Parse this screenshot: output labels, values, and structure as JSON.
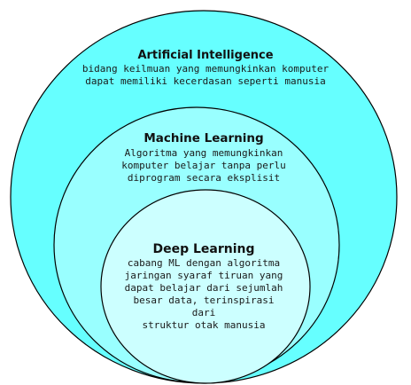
{
  "colors": {
    "outer_fill": "#66FFFF",
    "middle_fill": "#99FFFF",
    "inner_fill": "#CCFFFF",
    "stroke": "#000000"
  },
  "circles": {
    "ai": {
      "title": "Artificial Intelligence",
      "desc_lines": [
        "bidang keilmuan yang memungkinkan komputer",
        "dapat memiliki kecerdasan seperti manusia"
      ]
    },
    "ml": {
      "title": "Machine Learning",
      "desc_lines": [
        "Algoritma yang memungkinkan",
        "komputer belajar tanpa perlu",
        "diprogram secara eksplisit"
      ]
    },
    "dl": {
      "title": "Deep Learning",
      "desc_lines": [
        "cabang ML dengan algoritma",
        "jaringan syaraf tiruan yang",
        "dapat belajar dari sejumlah",
        "besar data, terinspirasi dari",
        "struktur otak manusia"
      ]
    }
  }
}
